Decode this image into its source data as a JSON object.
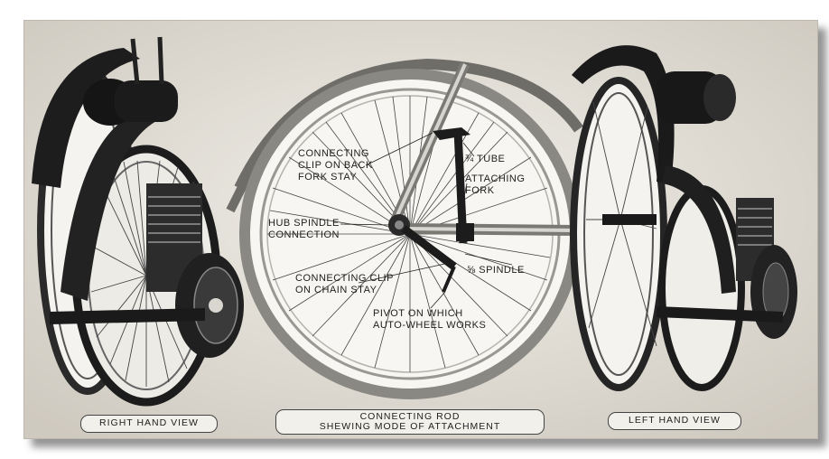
{
  "labels": {
    "connecting_clip_back_fork_stay": [
      "CONNECTING",
      "CLIP ON BACK",
      "FORK STAY"
    ],
    "tube": "¾ TUBE",
    "attaching_fork": [
      "ATTACHING",
      "FORK"
    ],
    "hub_spindle_connection": [
      "HUB SPINDLE",
      "CONNECTION"
    ],
    "spindle": "⅝ SPINDLE",
    "connecting_clip_chain_stay": [
      "CONNECTING CLIP",
      "ON CHAIN STAY"
    ],
    "pivot": [
      "PIVOT ON WHICH",
      "AUTO-WHEEL WORKS"
    ]
  },
  "captions": {
    "right_view": "RIGHT HAND VIEW",
    "center": [
      "CONNECTING ROD",
      "SHEWING MODE OF ATTACHMENT"
    ],
    "left_view": "LEFT HAND VIEW"
  }
}
